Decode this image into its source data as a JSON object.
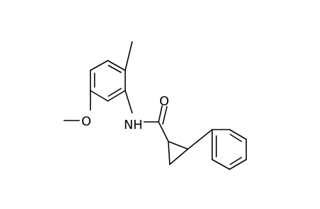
{
  "molecule": {
    "atoms": {
      "oxygen_carbonyl": "O",
      "oxygen_methoxy": "O",
      "amide_nitrogen": "NH"
    },
    "colors": {
      "bonds": "#000000",
      "labels": "#000000",
      "background": "#ffffff"
    }
  }
}
